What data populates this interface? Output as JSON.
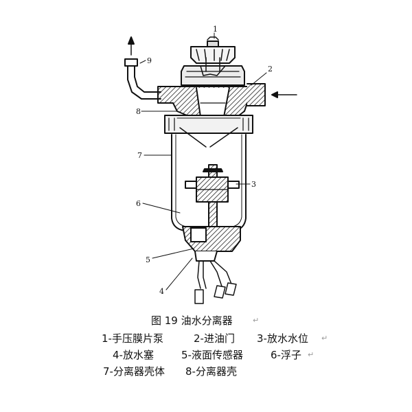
{
  "figure": {
    "labels": {
      "l1": "1",
      "l2": "2",
      "l3": "3",
      "l4": "4",
      "l5": "5",
      "l6": "6",
      "l7": "7",
      "l8": "8",
      "l9": "9"
    }
  },
  "caption": {
    "title": "图 19   油水分离器",
    "items": [
      "1-手压膜片泵",
      "2-进油门",
      "3-放水水位",
      "4-放水塞",
      "5-液面传感器",
      "6-浮子",
      "7-分离器壳体",
      "8-分离器壳"
    ],
    "mark": "↵"
  }
}
